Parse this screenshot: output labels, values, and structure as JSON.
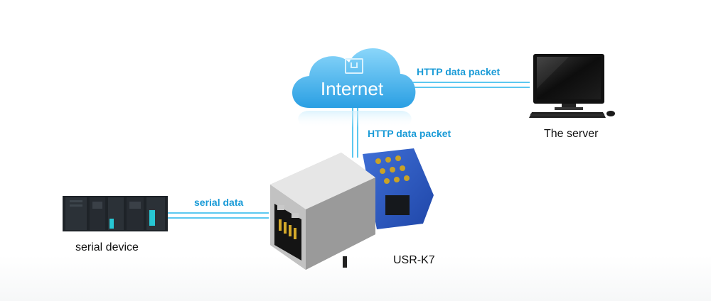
{
  "nodes": {
    "cloud": {
      "label": "Internet",
      "icon": "ethernet-port-icon"
    },
    "server": {
      "label": "The server",
      "icon": "desktop-computer-icon"
    },
    "module": {
      "label": "USR-K7",
      "icon": "rj45-module-icon"
    },
    "serial_device": {
      "label": "serial device",
      "icon": "plc-device-icon"
    }
  },
  "links": {
    "cloud_server": {
      "label": "HTTP data packet"
    },
    "module_cloud": {
      "label": "HTTP data packet"
    },
    "device_module": {
      "label": "serial data"
    }
  },
  "colors": {
    "link": "#5cc8f0",
    "label": "#1a9bd7",
    "cloud_top": "#7fd0f7",
    "cloud_bottom": "#2ea4e6"
  }
}
